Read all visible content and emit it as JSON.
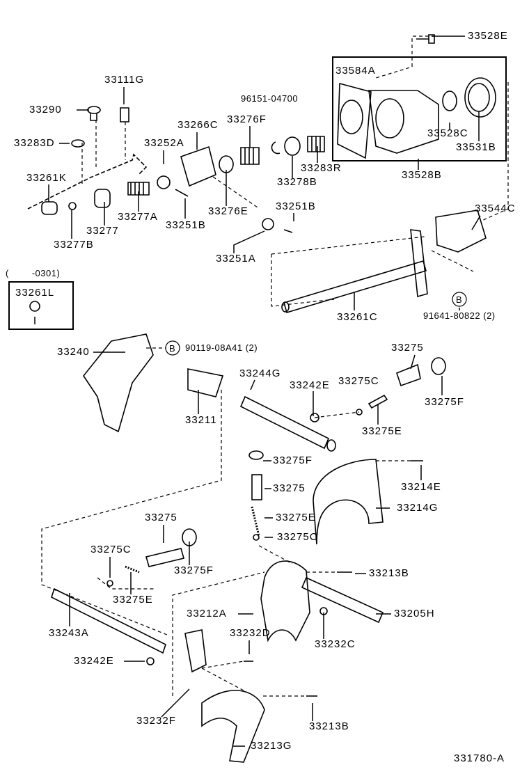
{
  "diagram": {
    "figure_code": "331780-A",
    "ref_marker": "B",
    "labels": {
      "p33528E": "33528E",
      "p33584A": "33584A",
      "p96151": "96151-04700",
      "p33290": "33290",
      "p33111G": "33111G",
      "p33266C": "33266C",
      "p33276F": "33276F",
      "p33283D": "33283D",
      "p33252A": "33252A",
      "p33528C": "33528C",
      "p33531B": "33531B",
      "p33283R": "33283R",
      "p33528B": "33528B",
      "p33261K": "33261K",
      "p33278B": "33278B",
      "p33277A": "33277A",
      "p33276E": "33276E",
      "p33251B_a": "33251B",
      "p33251B_b": "33251B",
      "p33544C": "33544C",
      "p33277": "33277",
      "p33277B": "33277B",
      "p33251A": "33251A",
      "p0301": "(        -0301)",
      "p33261L": "33261L",
      "p33261C": "33261C",
      "p91641": "91641-80822 (2)",
      "p33240": "33240",
      "p90119": "90119-08A41 (2)",
      "p33275_a": "33275",
      "p33244G": "33244G",
      "p33242E_a": "33242E",
      "p33275C_a": "33275C",
      "p33275F_a": "33275F",
      "p33211": "33211",
      "p33275E_a": "33275E",
      "p33275F_b": "33275F",
      "p33214E": "33214E",
      "p33275_b": "33275",
      "p33214G": "33214G",
      "p33275E_b": "33275E",
      "p33275_c": "33275",
      "p33275C_b": "33275C",
      "p33275C_c": "33275C",
      "p33213B_a": "33213B",
      "p33275F_c": "33275F",
      "p33275E_c": "33275E",
      "p33212A": "33212A",
      "p33205H": "33205H",
      "p33243A": "33243A",
      "p33232D": "33232D",
      "p33232C": "33232C",
      "p33242E_b": "33242E",
      "p33232F": "33232F",
      "p33213B_b": "33213B",
      "p33213G": "33213G"
    }
  }
}
